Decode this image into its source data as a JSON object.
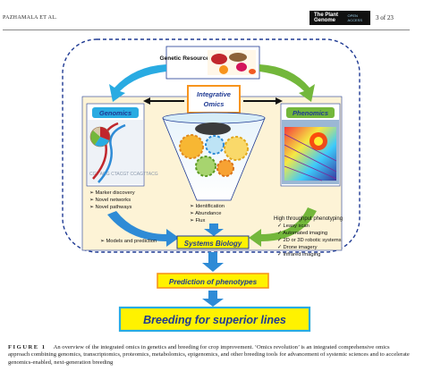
{
  "header": {
    "author": "PAZHAMALA ET AL.",
    "journal": "The Plant Genome",
    "journal_logo": "OPEN ACCESS",
    "page": "3 of 23"
  },
  "figure": {
    "genetic_resources": "Genetic Resources",
    "integrative_omics": "Integrative Omics",
    "genomics_title": "Genomics",
    "phenomics_title": "Phenomics",
    "genomics_bullets": [
      "Marker discovery",
      "Novel networks",
      "Novel pathways"
    ],
    "omics_bullets": [
      "Identification",
      "Abundance",
      "Flux"
    ],
    "models": "Models and prediction",
    "phenotyping_title": "High throughput phenotyping",
    "phenotyping_bullets": [
      "Leasy scan",
      "Automated imaging",
      "2D or 3D robotic systems",
      "Drone imagery",
      "Infrared imaging"
    ],
    "systems_biology": "Systems Biology",
    "prediction": "Prediction of phenotypes",
    "breeding": "Breeding for superior lines",
    "dna_letters": "CGT AGG CTACGT CCAGTTACG",
    "colors": {
      "navy": "#1f3a93",
      "orange": "#f7941d",
      "yellow": "#fff200",
      "blue_arrow": "#2e8bd6",
      "green_arrow": "#7ab929",
      "panel_bg": "#fdf3d6",
      "genomics_header": "#29abe2",
      "phenomics_header": "#73b73b"
    }
  },
  "caption": {
    "label": "FIGURE 1",
    "text": "An overview of the integrated omics in genetics and breeding for crop improvement. ‘Omics revolution’ is an integrated comprehensive omics approach combining genomics, transcriptomics, proteomics, metabolomics, epigenomics, and other breeding tools for advancement of systemic sciences and to accelerate genomics-enabled, next-generation breeding"
  }
}
